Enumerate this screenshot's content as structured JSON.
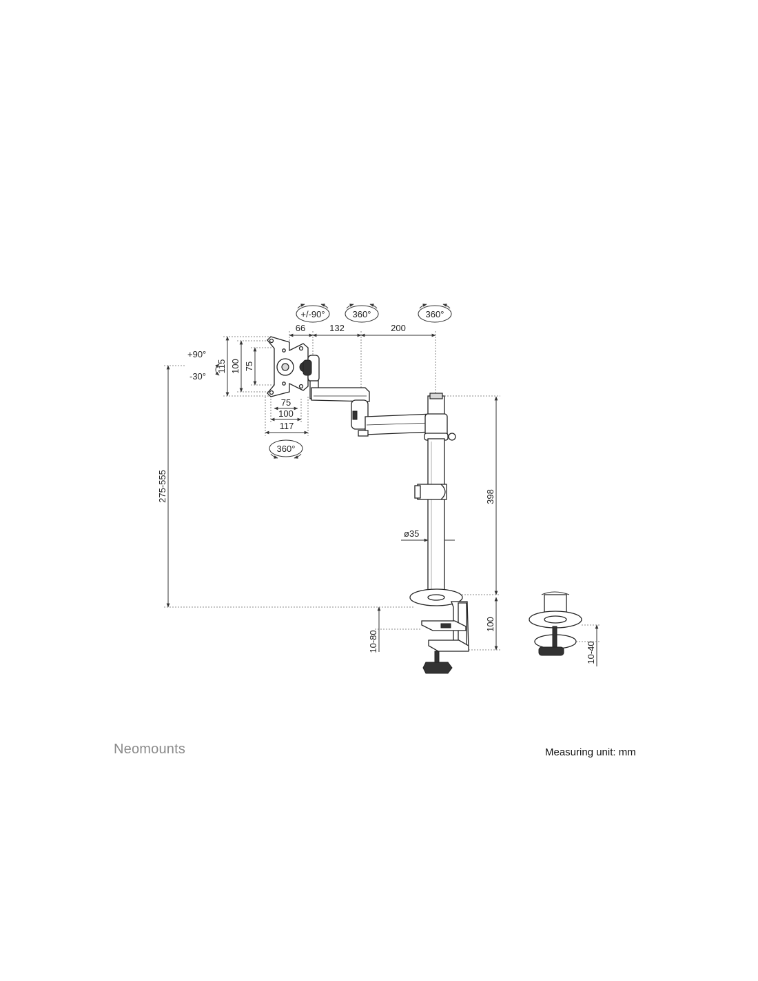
{
  "rotations": {
    "tilt_bracket": "+/-90°",
    "joint_mid": "360°",
    "joint_pole": "360°",
    "plate_swivel": "360°",
    "tilt_up": "+90°",
    "tilt_down": "-30°"
  },
  "dimensions": {
    "h_66": "66",
    "h_132": "132",
    "h_200": "200",
    "v_115": "115",
    "v_100": "100",
    "v_75": "75",
    "vesa_75": "75",
    "vesa_100": "100",
    "plate_117": "117",
    "pole_height": "398",
    "pole_diameter": "ø35",
    "height_range": "275-555",
    "clamp_height": "100",
    "clamp_range": "10-80",
    "grommet_range": "10-40"
  },
  "footer": {
    "brand": "Neomounts",
    "unit": "Measuring unit: mm"
  }
}
